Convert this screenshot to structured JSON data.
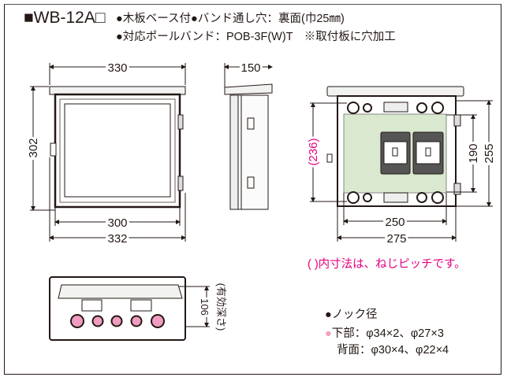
{
  "header": {
    "model": "■WB-12A□",
    "spec_line1": "●木板ベース付●バンド通し穴：裏面(巾25㎜)",
    "spec_line2": "●対応ポールバンド：POB-3F(W)T　※取付板に穴加工"
  },
  "front_view": {
    "top_width": "330",
    "height": "302",
    "inner_width": "300",
    "outer_width": "332"
  },
  "side_view": {
    "depth": "150"
  },
  "inner_view": {
    "pitch_height": "(236)",
    "height_190": "190",
    "height_255": "255",
    "width_250": "250",
    "width_275": "275"
  },
  "bottom_view": {
    "effective_depth": "106",
    "effective_depth_label": "(有効深さ)"
  },
  "note": "( )内寸法は、ねじピッチです。",
  "knockouts": {
    "title": "●ノック径",
    "bottom_bullet": "●",
    "bottom": "下部：φ34×2、φ27×3",
    "back": "背面：φ30×4、φ22×4"
  },
  "colors": {
    "accent_pink": "#e4007f",
    "knock_pink": "#f09fc0",
    "panel_green": "#d9e8cf"
  }
}
